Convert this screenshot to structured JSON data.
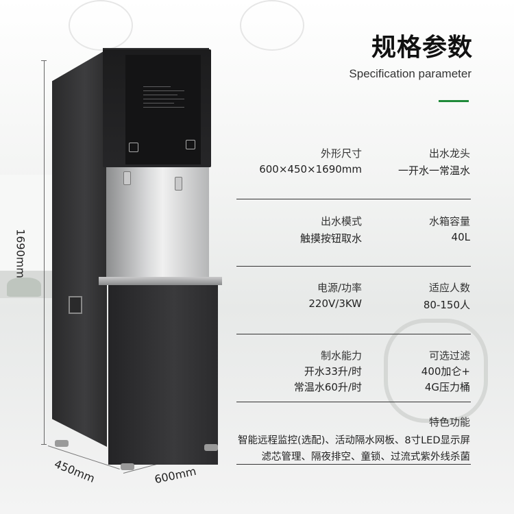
{
  "header": {
    "title": "规格参数",
    "subtitle": "Specification parameter",
    "accent_color": "#1f8a3a"
  },
  "dimensions": {
    "height": "1690mm",
    "depth": "450mm",
    "width": "600mm"
  },
  "specs": [
    {
      "label": "外形尺寸",
      "value": [
        "600×450×1690mm"
      ]
    },
    {
      "label": "出水龙头",
      "value": [
        "一开水一常温水"
      ]
    },
    {
      "label": "出水模式",
      "value": [
        "触摸按钮取水"
      ]
    },
    {
      "label": "水箱容量",
      "value": [
        "40L"
      ]
    },
    {
      "label": "电源/功率",
      "value": [
        "220V/3KW"
      ]
    },
    {
      "label": "适应人数",
      "value": [
        "80-150人"
      ]
    },
    {
      "label": "制水能力",
      "value": [
        "开水33升/时",
        "常温水60升/时"
      ]
    },
    {
      "label": "可选过滤",
      "value": [
        "400加仑+",
        "4G压力桶"
      ]
    }
  ],
  "features": {
    "label": "特色功能",
    "lines": [
      "智能远程监控(选配)、活动隔水网板、8寸LED显示屏",
      "滤芯管理、隔夜排空、童锁、过流式紫外线杀菌"
    ]
  }
}
